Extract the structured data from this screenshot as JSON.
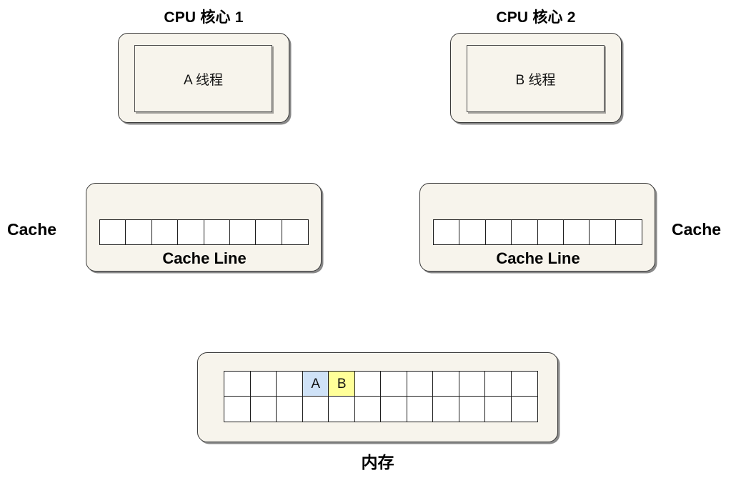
{
  "diagram": {
    "background": "#ffffff",
    "chassis_fill": "#f7f4ec",
    "chassis_stroke": "#3a3a3a",
    "accent_blue": "#cfe2f7",
    "accent_yellow": "#ffff99",
    "cell_stroke": "#1e1e1e"
  },
  "cores": [
    {
      "title": "CPU 核心 1",
      "thread_label": "A 线程",
      "thread_color": "#cfe2f7"
    },
    {
      "title": "CPU 核心 2",
      "thread_label": "B 线程",
      "thread_color": "#ffff99"
    }
  ],
  "caches": [
    {
      "side_label": "Cache",
      "line_label": "Cache Line",
      "cell_count": 8,
      "cells": [
        "",
        "",
        "",
        "",
        "",
        "",
        "",
        ""
      ]
    },
    {
      "side_label": "Cache",
      "line_label": "Cache Line",
      "cell_count": 8,
      "cells": [
        "",
        "",
        "",
        "",
        "",
        "",
        "",
        ""
      ]
    }
  ],
  "memory": {
    "label": "内存",
    "columns": 12,
    "rows": [
      {
        "cells": [
          {
            "text": "",
            "color": "#ffffff"
          },
          {
            "text": "",
            "color": "#ffffff"
          },
          {
            "text": "",
            "color": "#ffffff"
          },
          {
            "text": "A",
            "color": "#cfe2f7"
          },
          {
            "text": "B",
            "color": "#ffff99"
          },
          {
            "text": "",
            "color": "#ffffff"
          },
          {
            "text": "",
            "color": "#ffffff"
          },
          {
            "text": "",
            "color": "#ffffff"
          },
          {
            "text": "",
            "color": "#ffffff"
          },
          {
            "text": "",
            "color": "#ffffff"
          },
          {
            "text": "",
            "color": "#ffffff"
          },
          {
            "text": "",
            "color": "#ffffff"
          }
        ]
      },
      {
        "cells": [
          {
            "text": "",
            "color": "#ffffff"
          },
          {
            "text": "",
            "color": "#ffffff"
          },
          {
            "text": "",
            "color": "#ffffff"
          },
          {
            "text": "",
            "color": "#ffffff"
          },
          {
            "text": "",
            "color": "#ffffff"
          },
          {
            "text": "",
            "color": "#ffffff"
          },
          {
            "text": "",
            "color": "#ffffff"
          },
          {
            "text": "",
            "color": "#ffffff"
          },
          {
            "text": "",
            "color": "#ffffff"
          },
          {
            "text": "",
            "color": "#ffffff"
          },
          {
            "text": "",
            "color": "#ffffff"
          },
          {
            "text": "",
            "color": "#ffffff"
          }
        ]
      }
    ]
  }
}
